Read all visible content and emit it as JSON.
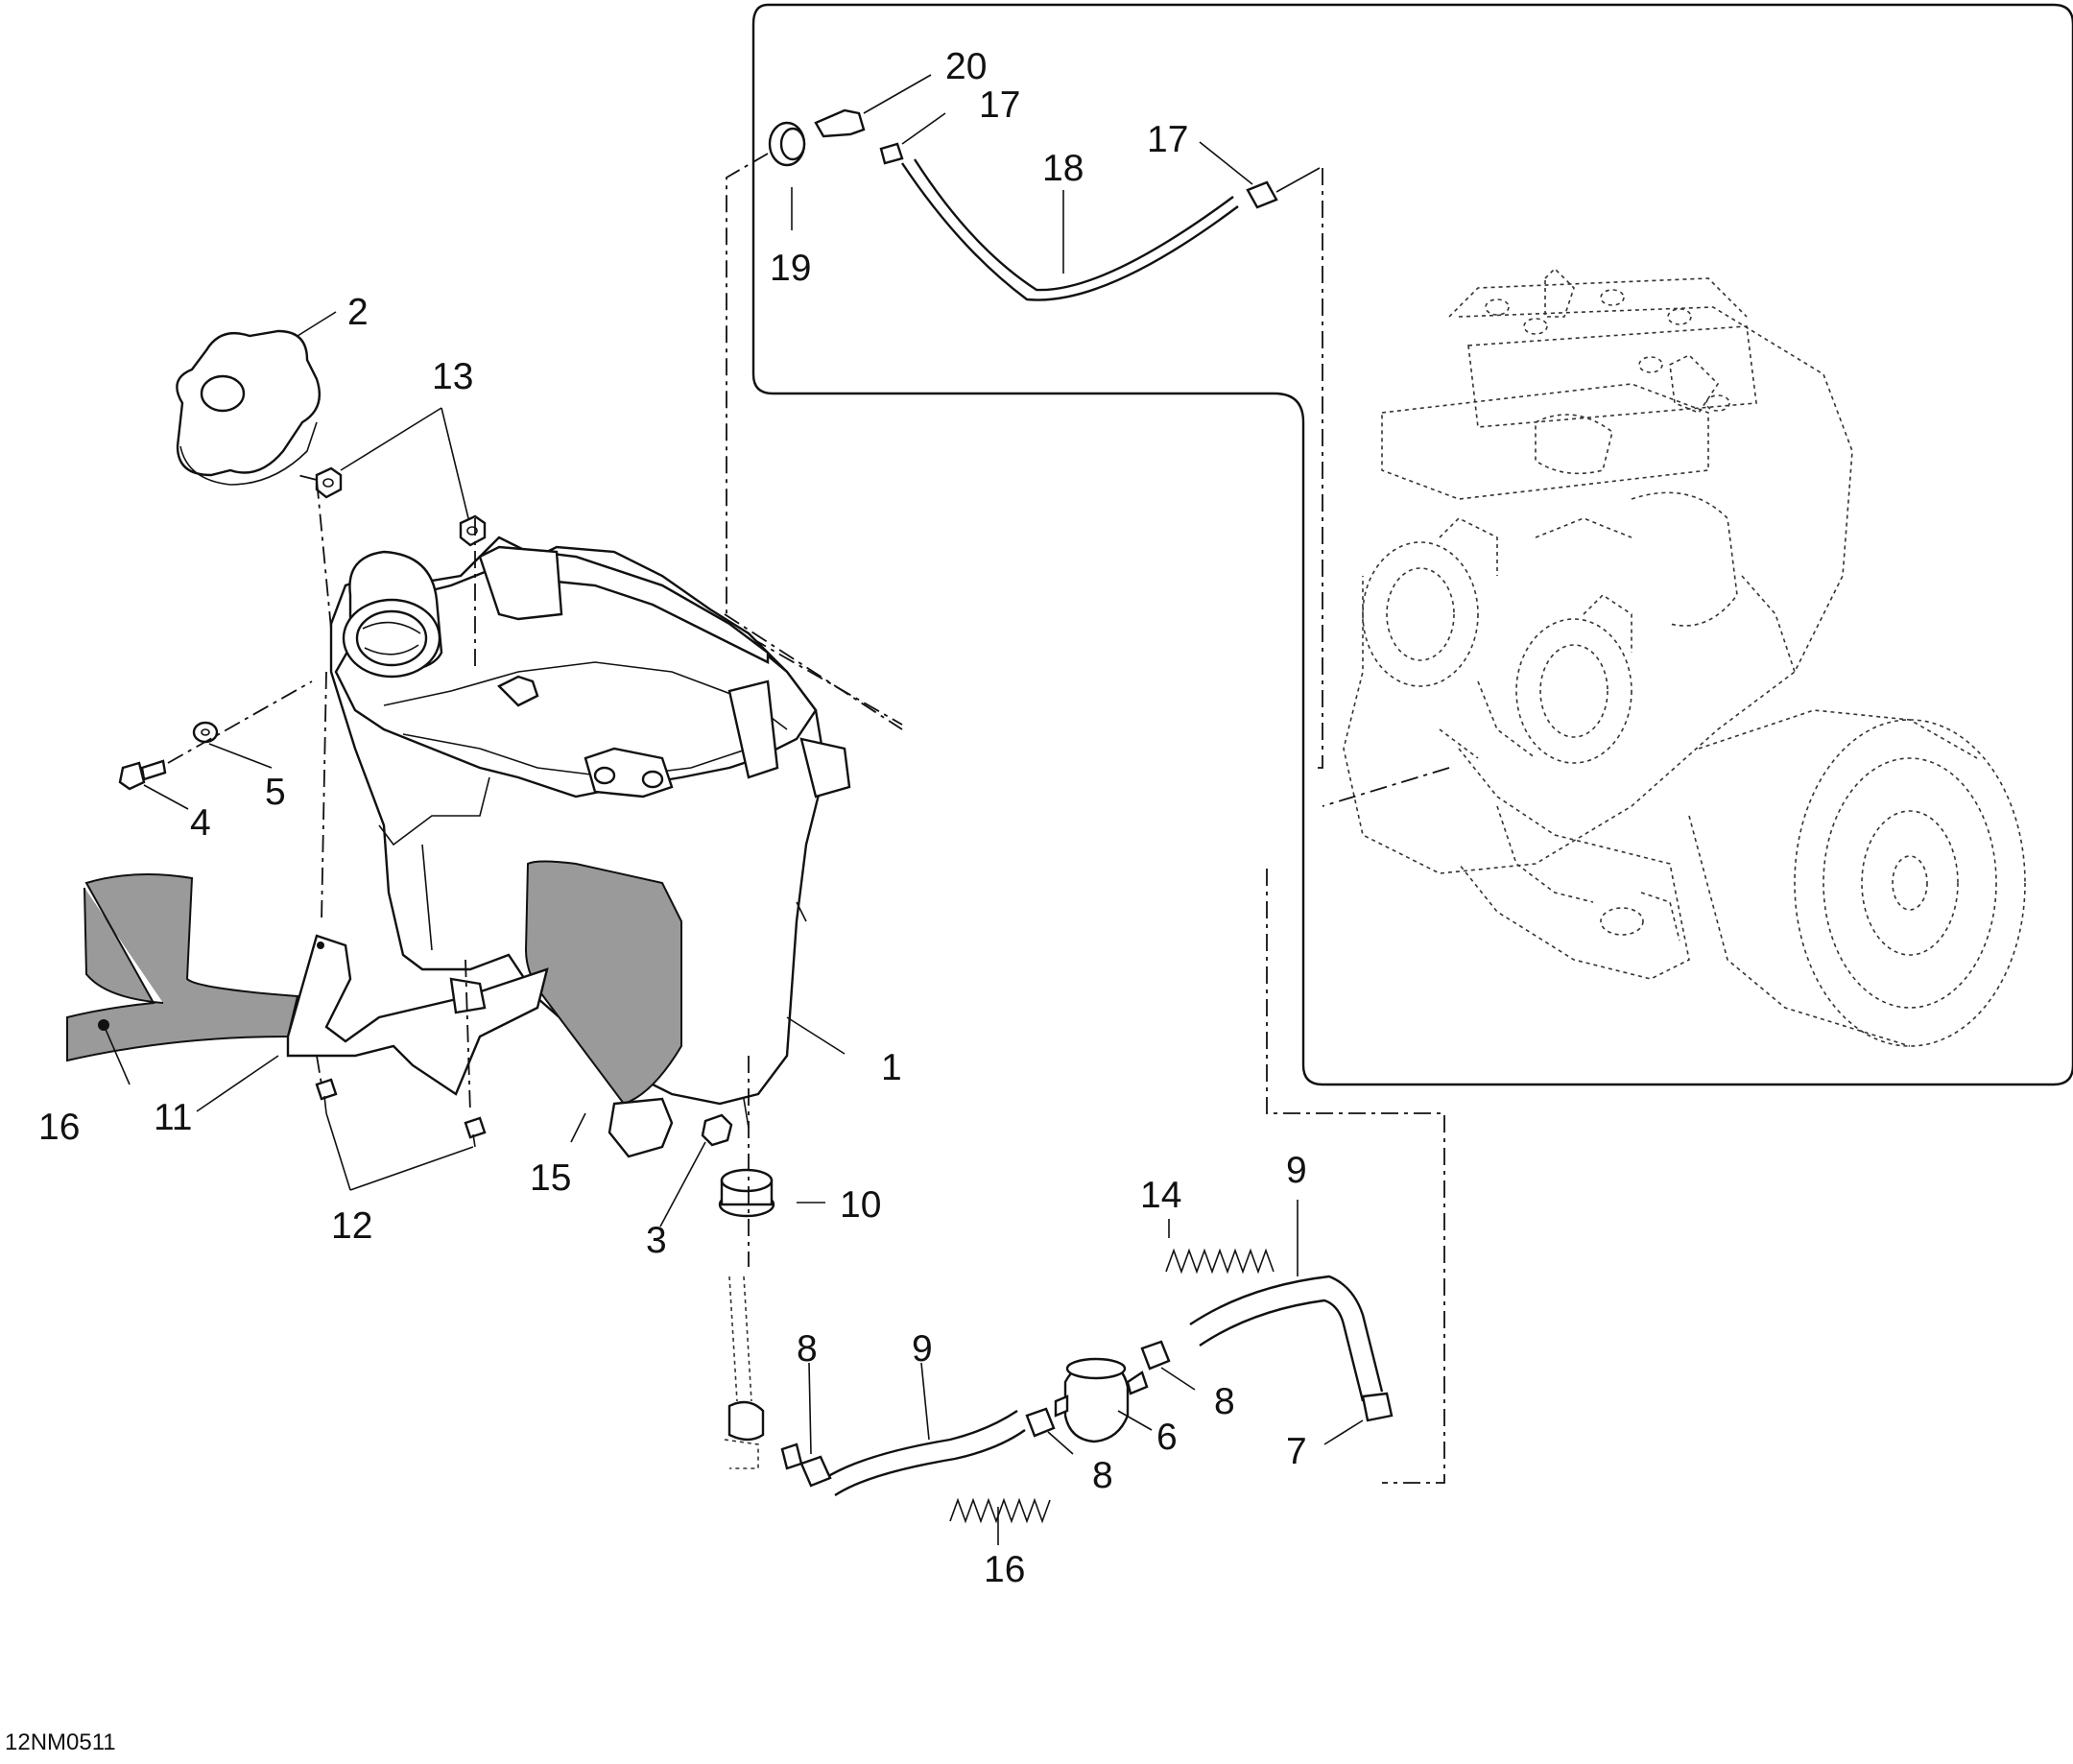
{
  "diagram": {
    "drawing_id": "12NM0511",
    "callouts": [
      "1",
      "2",
      "3",
      "4",
      "5",
      "6",
      "7",
      "8",
      "9",
      "10",
      "11",
      "12",
      "13",
      "14",
      "15",
      "16",
      "17",
      "18",
      "19",
      "20"
    ]
  }
}
